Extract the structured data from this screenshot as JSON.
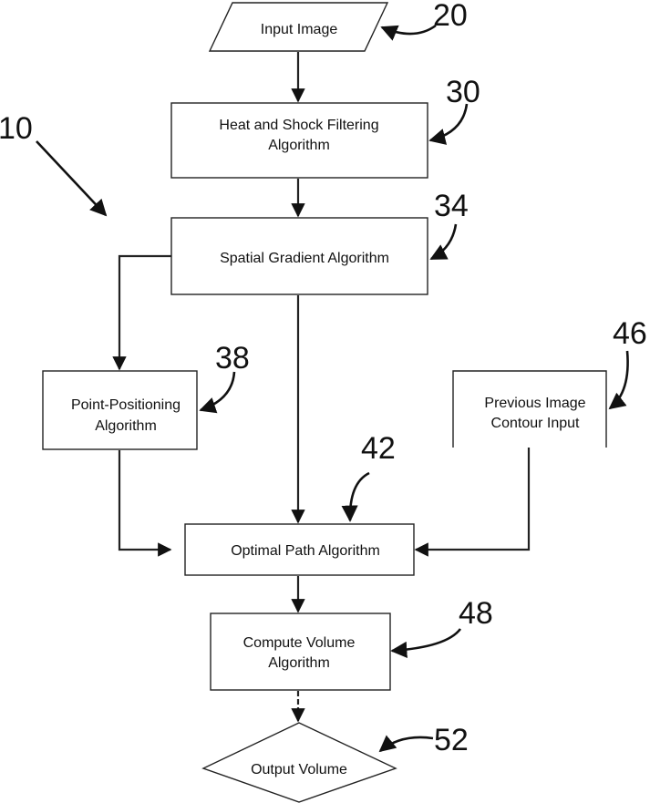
{
  "nodes": {
    "input_image": "Input Image",
    "heat_shock_1": "Heat and Shock Filtering",
    "heat_shock_2": "Algorithm",
    "spatial_gradient": "Spatial Gradient Algorithm",
    "point_positioning_1": "Point-Positioning",
    "point_positioning_2": "Algorithm",
    "previous_contour_1": "Previous Image",
    "previous_contour_2": "Contour Input",
    "optimal_path": "Optimal Path Algorithm",
    "compute_volume_1": "Compute Volume",
    "compute_volume_2": "Algorithm",
    "output_volume": "Output Volume"
  },
  "refs": {
    "system": "10",
    "input_image": "20",
    "heat_shock": "30",
    "spatial_gradient": "34",
    "point_positioning": "38",
    "optimal_path": "42",
    "previous_contour": "46",
    "compute_volume": "48",
    "output_volume": "52"
  }
}
